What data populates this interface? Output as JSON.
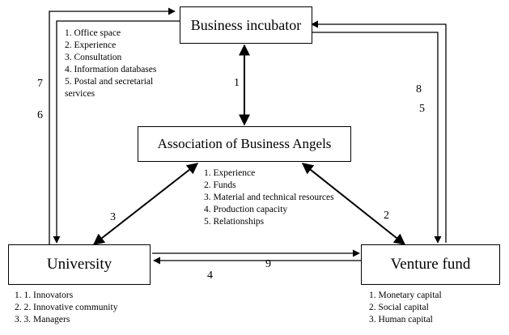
{
  "nodes": {
    "business_incubator": "Business incubator",
    "association": "Association of Business Angels",
    "university": "University",
    "venture_fund": "Venture fund"
  },
  "lists": {
    "incubator": [
      "1. Office space",
      "2. Experience",
      "3. Consultation",
      "4. Information databases",
      "5. Postal and secretarial",
      "services"
    ],
    "angels": [
      "1. Experience",
      "2. Funds",
      "3. Material and technical resources",
      "4. Production capacity",
      "5. Relationships"
    ],
    "university": [
      "1. 1. Innovators",
      "2. 2. Innovative community",
      "3. 3. Managers"
    ],
    "venture": [
      "1. Monetary capital",
      "2. Social capital",
      "3. Human capital"
    ]
  },
  "edge_labels": {
    "n1": "1",
    "n2": "2",
    "n3": "3",
    "n4": "4",
    "n5": "5",
    "n6": "6",
    "n7": "7",
    "n8": "8",
    "n9": "9"
  }
}
